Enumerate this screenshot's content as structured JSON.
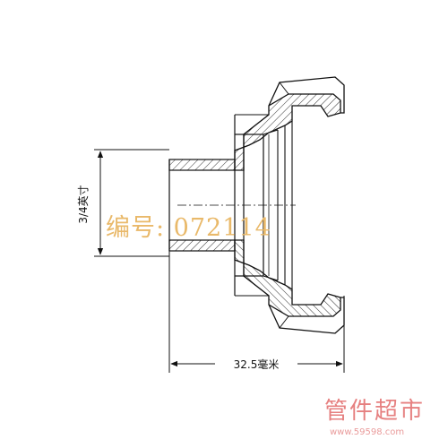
{
  "dimensions": {
    "vertical_label": "3/4英寸",
    "horizontal_label": "32.5毫米"
  },
  "watermark": {
    "code": "编号: 072114",
    "brand": "管件超市",
    "url": "www.59598.com"
  }
}
